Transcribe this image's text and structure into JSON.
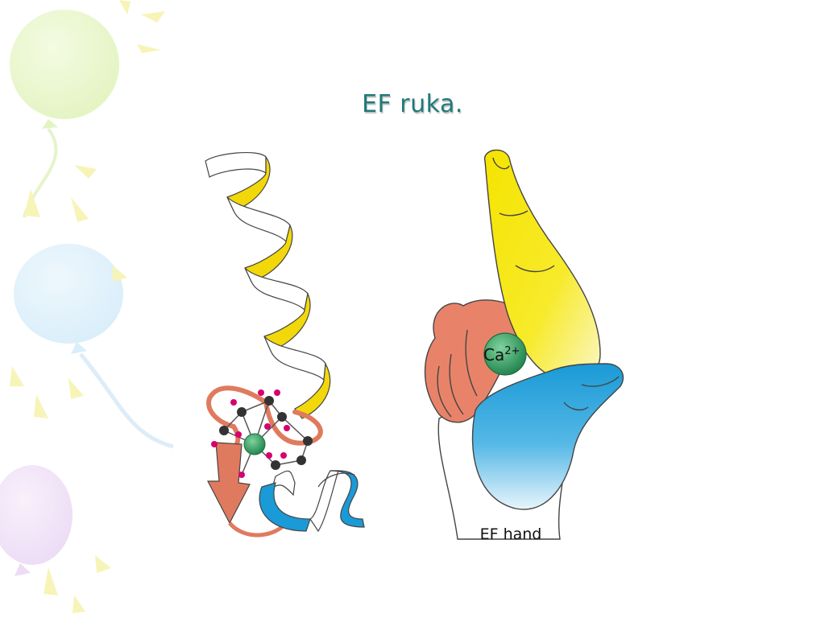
{
  "slide": {
    "title": "EF ruka."
  },
  "figure": {
    "ion_label": "Ca",
    "ion_charge": "2+",
    "hand_caption": "EF hand"
  },
  "colors": {
    "title": "#1f7a78",
    "helix_e": "#f2d80a",
    "helix_f": "#1a9ad6",
    "loop": "#e07a5f",
    "calcium": "#2e9e5f",
    "oxygen": "#d6006e",
    "carbon": "#333333"
  }
}
